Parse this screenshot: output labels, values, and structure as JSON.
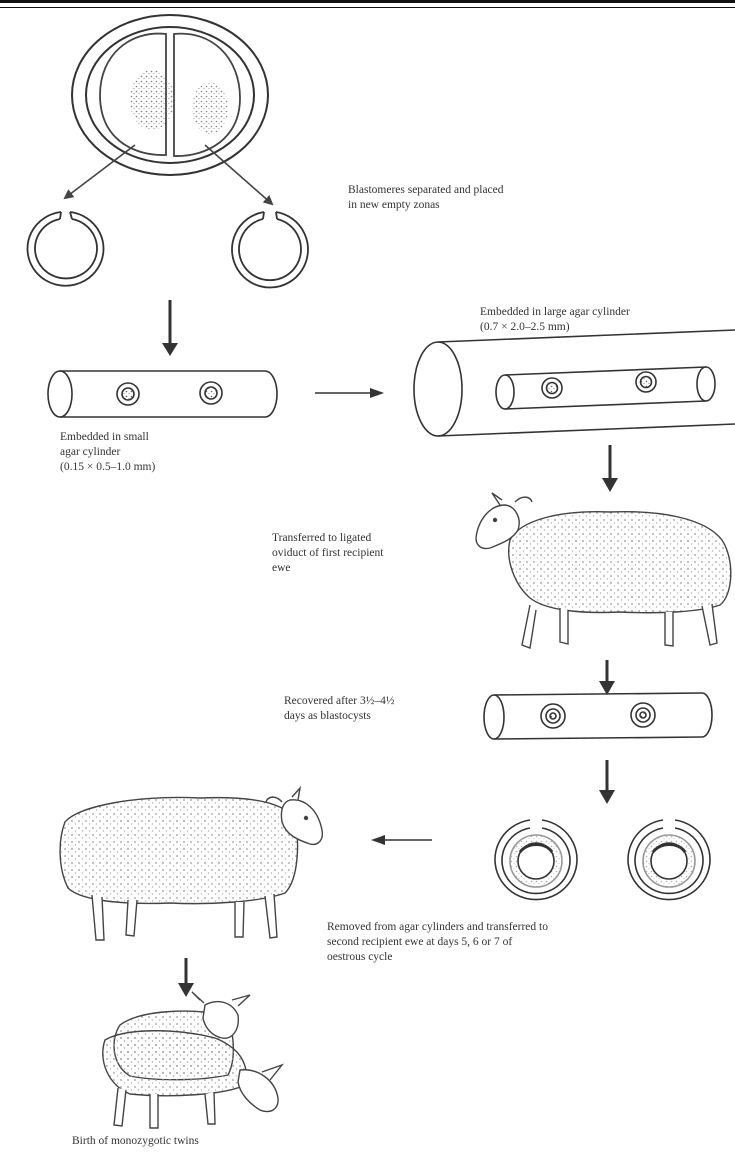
{
  "labels": {
    "separated": [
      "Blastomeres separated and placed",
      "in new empty zonas"
    ],
    "small_cylinder": [
      "Embedded in small",
      "agar cylinder",
      "(0.15 × 0.5–1.0 mm)"
    ],
    "large_cylinder": [
      "Embedded in large agar cylinder",
      "(0.7 × 2.0–2.5 mm)"
    ],
    "first_recipient": [
      "Transferred to ligated",
      "oviduct of first recipient",
      "ewe"
    ],
    "recovered": [
      "Recovered after 3½–4½",
      "days as blastocysts"
    ],
    "second_recipient": [
      "Removed from agar cylinders and transferred to",
      "second recipient ewe at days 5, 6 or 7 of",
      "oestrous cycle"
    ],
    "birth": "Birth of monozygotic twins"
  }
}
